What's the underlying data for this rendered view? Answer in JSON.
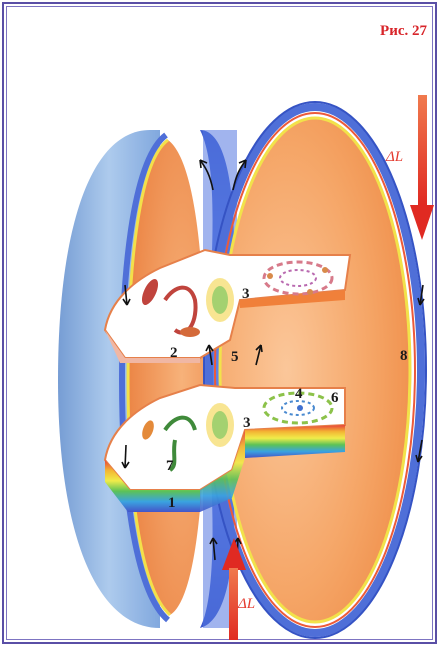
{
  "figure_label": "Рис. 27",
  "labels": {
    "n1": "1",
    "n2": "2",
    "n3a": "3",
    "n3b": "3",
    "n4": "4",
    "n5": "5",
    "n6": "6",
    "n7": "7",
    "n8": "8"
  },
  "delta_top": "ΔL",
  "delta_bottom": "ΔL",
  "colors": {
    "frame": "#5a4fa6",
    "label_red": "#d8252a",
    "torus_blue": "#8fb6e3",
    "inner_orange": "#f4a25b",
    "arrow_red": "#e5402c"
  }
}
